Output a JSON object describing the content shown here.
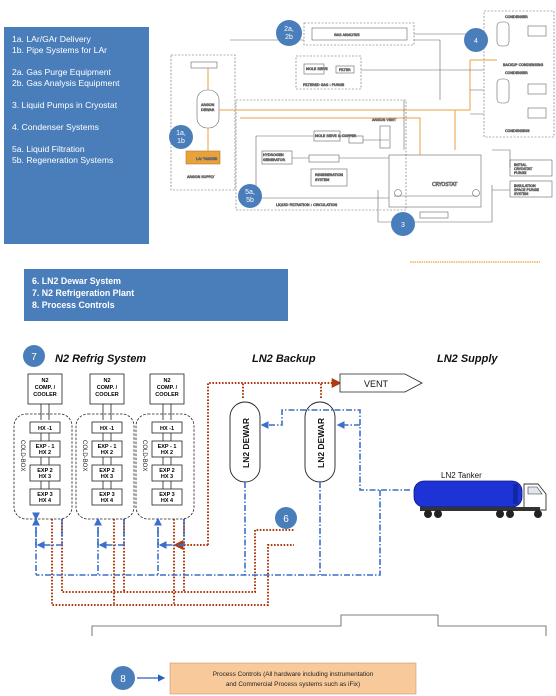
{
  "legend_top": {
    "lines": [
      "1a. LAr/GAr Delivery",
      "1b. Pipe Systems for LAr",
      "",
      "2a. Gas Purge Equipment",
      "2b. Gas Analysis Equipment",
      "",
      "3. Liquid Pumps in Cryostat",
      "",
      "4. Condenser Systems",
      "",
      "5a. Liquid Filtration",
      "5b. Regeneration Systems"
    ]
  },
  "legend_bottom": {
    "lines": [
      "6. LN2 Dewar System",
      "7. N2 Refrigeration Plant",
      "8. Process Controls"
    ]
  },
  "top_diagram": {
    "badge_1": [
      "1a,",
      "1b"
    ],
    "badge_2": [
      "2a,",
      "2b"
    ],
    "badge_3": "3",
    "badge_4": "4",
    "badge_5": [
      "5a,",
      "5b"
    ],
    "gas_analysis": "GAS ANALYSIS",
    "filtered_gas": "FILTERED GAS : PURGE",
    "filter": "FILTER",
    "mole_sieve": "MOLE SIEVE",
    "argon_dewar": [
      "ARGON",
      "DEWAR"
    ],
    "argon_supply": "ARGON SUPPLY",
    "lar_tanker": "LAr TANKER",
    "liquid_filtration": "LIQUID FILTRATION : CIRCULATION",
    "hydrogen_generator": [
      "HYDROGEN",
      "GENERATOR"
    ],
    "regeneration": [
      "REGENERATION",
      "SYSTEM"
    ],
    "mole_sieve_copper": "MOLE SIEVE & COPPER",
    "argon_vent": "ARGON VENT",
    "cryostat": "CRYOSTAT",
    "condenser_1": "CONDENSER",
    "condenser_2": "CONDENSER",
    "backup_condensing": "BACKUP CONDENSING",
    "condensing": "CONDENSING",
    "to_initial_purge": [
      "INITIAL",
      "CRYOSTAT",
      "PURGE"
    ],
    "insulation": [
      "INSULATION",
      "SPACE PURGE",
      "SYSTEM"
    ]
  },
  "bottom_diagram": {
    "badge_7": "7",
    "n2_refrig_title": "N2 Refrig System",
    "ln2_backup_title": "LN2 Backup",
    "ln2_supply_title": "LN2 Supply",
    "comp_cooler": [
      "N2",
      "COMP. /",
      "COOLER"
    ],
    "hx1": "HX -1",
    "exp1": [
      "EXP - 1",
      "HX 2"
    ],
    "exp2": [
      "EXP 2",
      "HX 3"
    ],
    "exp3": [
      "EXP 3",
      "HX 4"
    ],
    "cold_box": "COLD-BOX",
    "vent": "VENT",
    "ln2_dewar": "LN2 DEWAR",
    "badge_6": "6",
    "ln2_tanker": "LN2 Tanker",
    "badge_8": "8",
    "process_controls": [
      "Process Controls (All hardware including instrumentation",
      "and Commercial Process systems such as iFix)"
    ]
  },
  "colors": {
    "legend_bg": "#4a7ebb",
    "badge": "#4a7ebb",
    "orange_pipe": "#e8a23c",
    "red_dotted": "#b03a10",
    "blue_dashdot": "#3b6fc9",
    "process_box": "#f8c99a",
    "tanker_blue": "#1d33d6"
  }
}
